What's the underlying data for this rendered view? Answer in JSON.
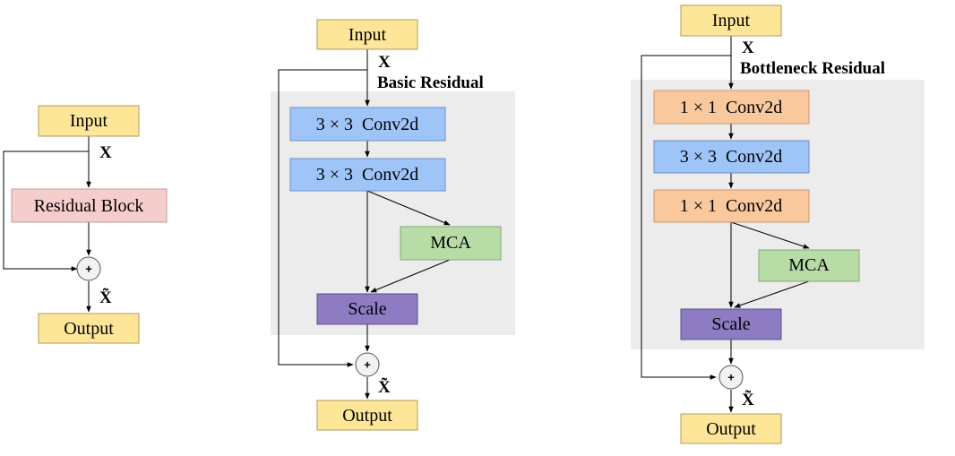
{
  "diagram": {
    "colors": {
      "io_fill": "#fde697",
      "io_stroke": "#b29a5a",
      "residual_fill": "#f6cdcd",
      "residual_stroke": "#c09a9a",
      "conv3_fill": "#9fc5f8",
      "conv3_stroke": "#6b8fc5",
      "conv1_fill": "#f9c89c",
      "conv1_stroke": "#c59a73",
      "mca_fill": "#b7dca6",
      "mca_stroke": "#86a978",
      "scale_fill": "#8e7cc3",
      "scale_stroke": "#5e4f92",
      "panel_fill": "#ececec",
      "plus_fill": "#f2f2f2"
    },
    "simple": {
      "input": "Input",
      "x_label": "X",
      "block": "Residual Block",
      "plus": "+",
      "xt_label": "X̃",
      "output": "Output"
    },
    "basic": {
      "input": "Input",
      "x_label": "X",
      "title": "Basic Residual",
      "conv1": "3 × 3  Conv2d",
      "conv2": "3 × 3  Conv2d",
      "mca": "MCA",
      "scale": "Scale",
      "plus": "+",
      "xt_label": "X̃",
      "output": "Output"
    },
    "bottleneck": {
      "input": "Input",
      "x_label": "X",
      "title": "Bottleneck Residual",
      "conv1": "1 × 1  Conv2d",
      "conv2": "3 × 3  Conv2d",
      "conv3": "1 × 1  Conv2d",
      "mca": "MCA",
      "scale": "Scale",
      "plus": "+",
      "xt_label": "X̃",
      "output": "Output"
    }
  }
}
